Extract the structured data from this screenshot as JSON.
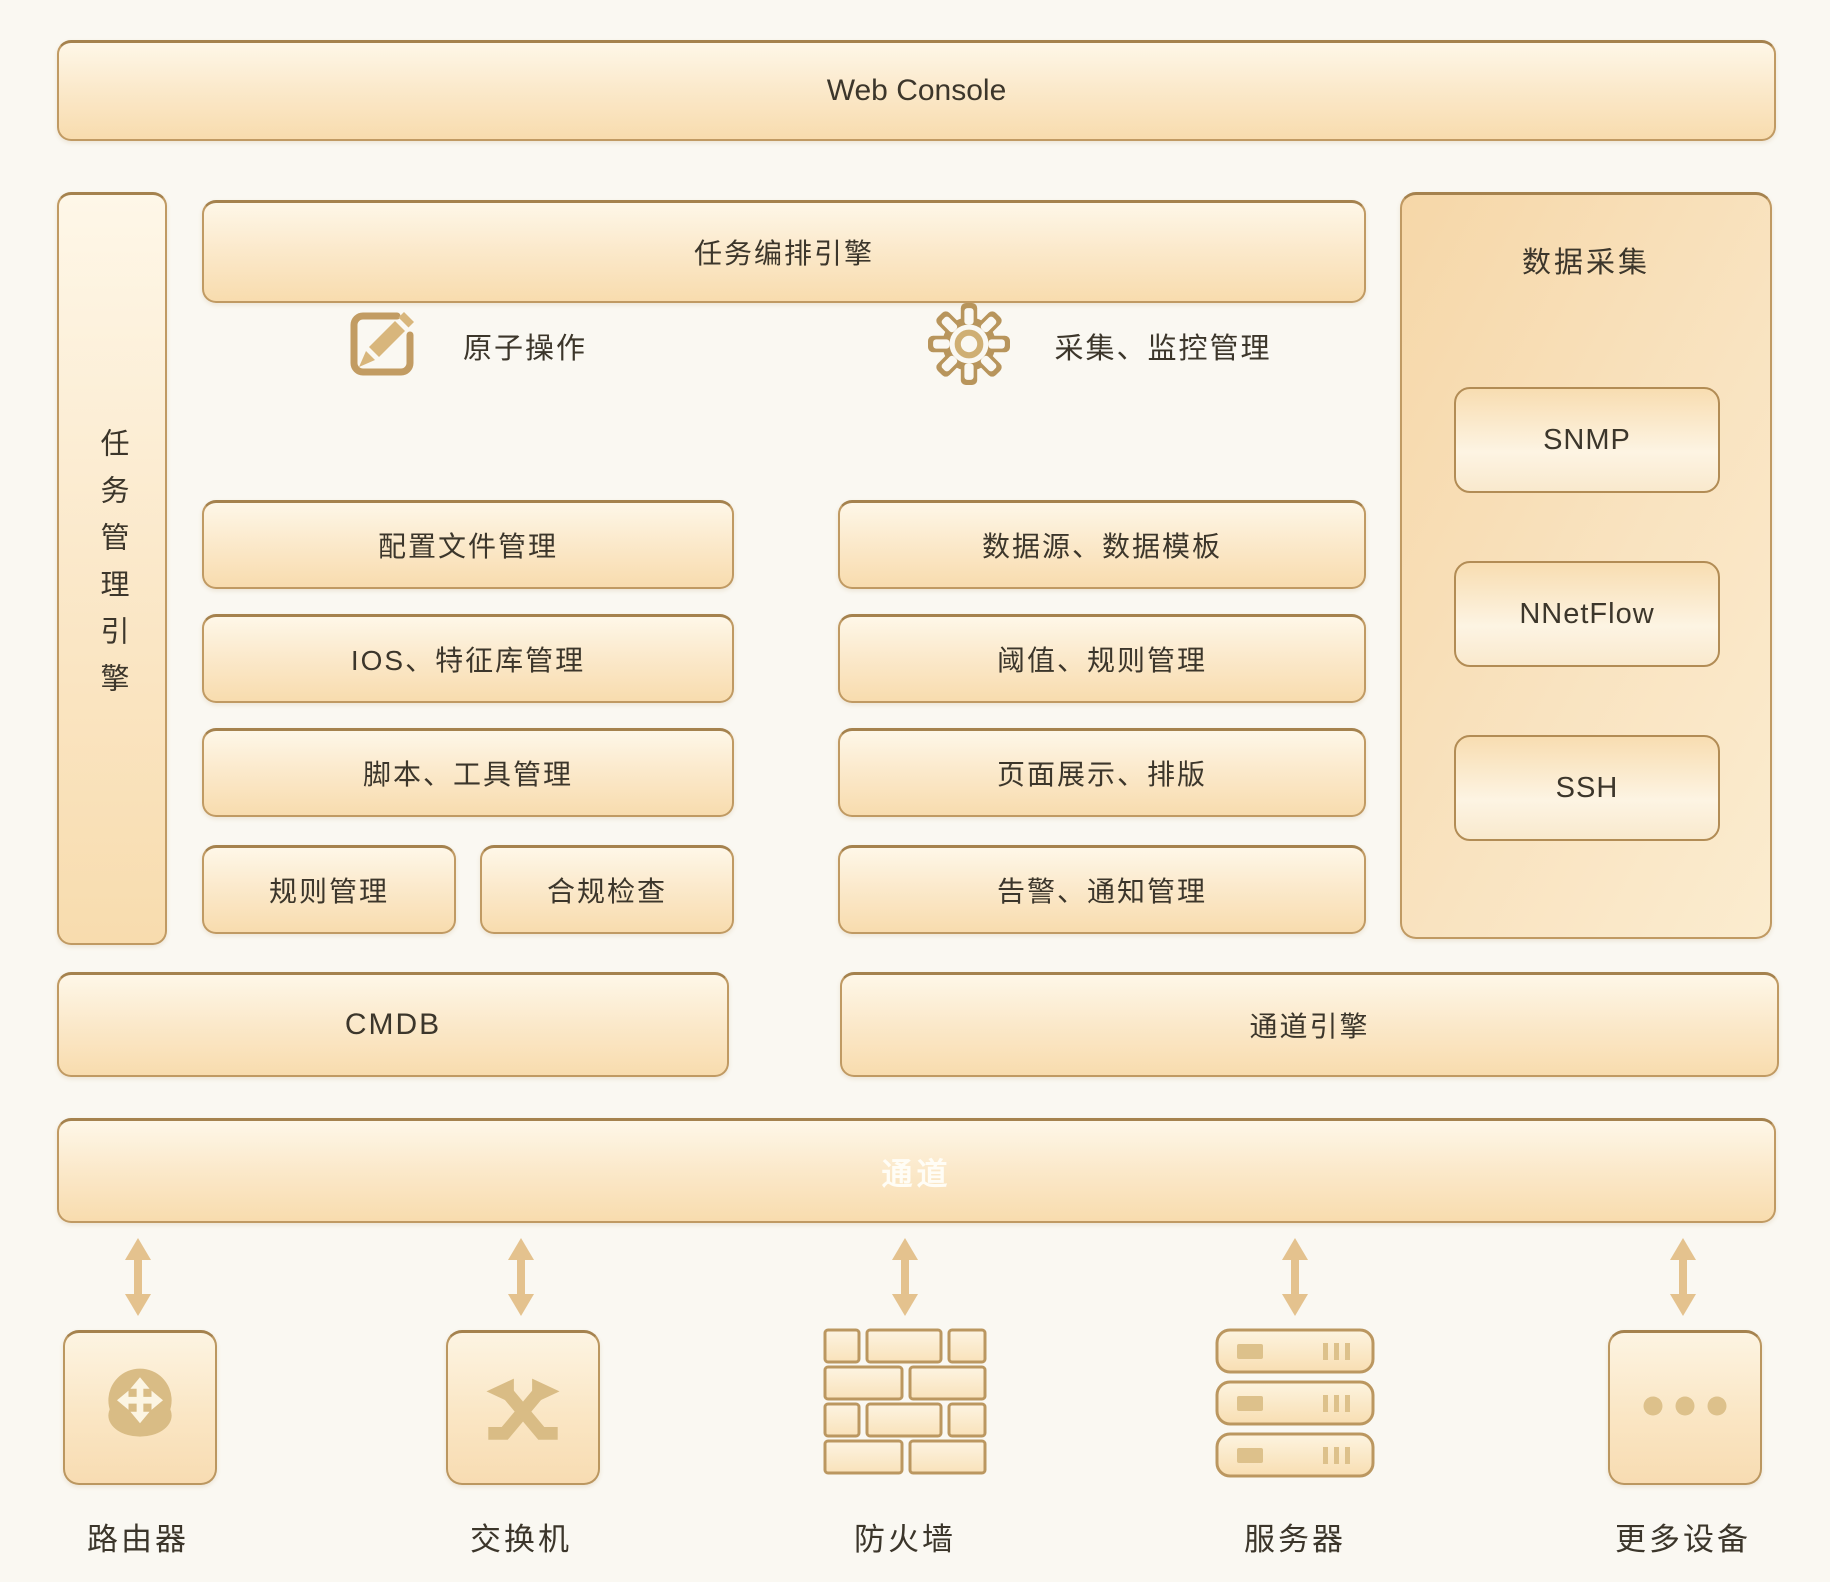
{
  "colors": {
    "background": "#faf8f2",
    "box_border": "#c09a63",
    "box_gradient_top": "#fef7e8",
    "box_gradient_bottom": "#f8dcae",
    "panel_fill": "#f6d8ab",
    "icon_tan": "#d9bc85",
    "text": "#3c362b",
    "arrow": "#e4c28e",
    "channel_text": "#fffdf6"
  },
  "web_console": {
    "label": "Web Console"
  },
  "task_engine": {
    "label": "任务管理引擎"
  },
  "orchestration": {
    "label": "任务编排引擎"
  },
  "atomic": {
    "title": "原子操作",
    "items": [
      "配置文件管理",
      "IOS、特征库管理",
      "脚本、工具管理"
    ],
    "row": [
      "规则管理",
      "合规检查"
    ]
  },
  "monitor": {
    "title": "采集、监控管理",
    "items": [
      "数据源、数据模板",
      "阈值、规则管理",
      "页面展示、排版",
      "告警、通知管理"
    ]
  },
  "collection": {
    "title": "数据采集",
    "items": [
      "SNMP",
      "NNetFlow",
      "SSH"
    ]
  },
  "middleware": {
    "cmdb": "CMDB",
    "channel_engine": "通道引擎"
  },
  "channel_bus": {
    "label": "通道"
  },
  "devices": [
    {
      "id": "router",
      "label": "路由器"
    },
    {
      "id": "switch",
      "label": "交换机"
    },
    {
      "id": "firewall",
      "label": "防火墙"
    },
    {
      "id": "server",
      "label": "服务器"
    },
    {
      "id": "more-devices",
      "label": "更多设备"
    }
  ]
}
